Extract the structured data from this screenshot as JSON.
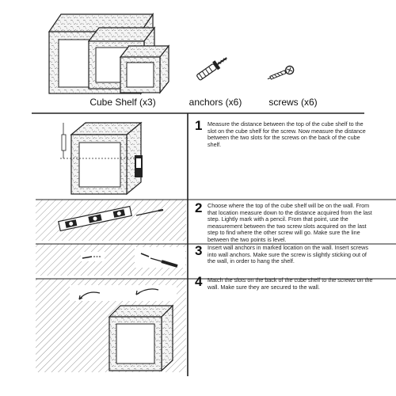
{
  "parts": [
    {
      "label": "Cube Shelf (x3)",
      "icon": "cube-shelves-icon"
    },
    {
      "label": "anchors (x6)",
      "icon": "wall-anchor-icon"
    },
    {
      "label": "screws (x6)",
      "icon": "screw-icon"
    }
  ],
  "steps": [
    {
      "number": "1",
      "text": "Measure the distance between the top of the cube shelf to the slot on the cube shelf for the screw. Now measure the distance between the two slots for the screws on the back of the cube shelf."
    },
    {
      "number": "2",
      "text": "Choose where the top of the cube shelf will be on the wall. From that location measure down to the distance acquired from the last step. Lightly mark with a pencil. From that point, use the measurement between the two screw slots acquired on the last step to find  where the other screw will go. Make sure the line between the two points is level."
    },
    {
      "number": "3",
      "text": "Insert wall anchors in marked location on the wall. Insert screws into wall anchors. Make sure the screw is slightly sticking out of the wall, in order to hang the shelf."
    },
    {
      "number": "4",
      "text": "Match the slots on the back of the cube shelf to the screws on the wall. Make sure they are secured to the wall."
    }
  ]
}
